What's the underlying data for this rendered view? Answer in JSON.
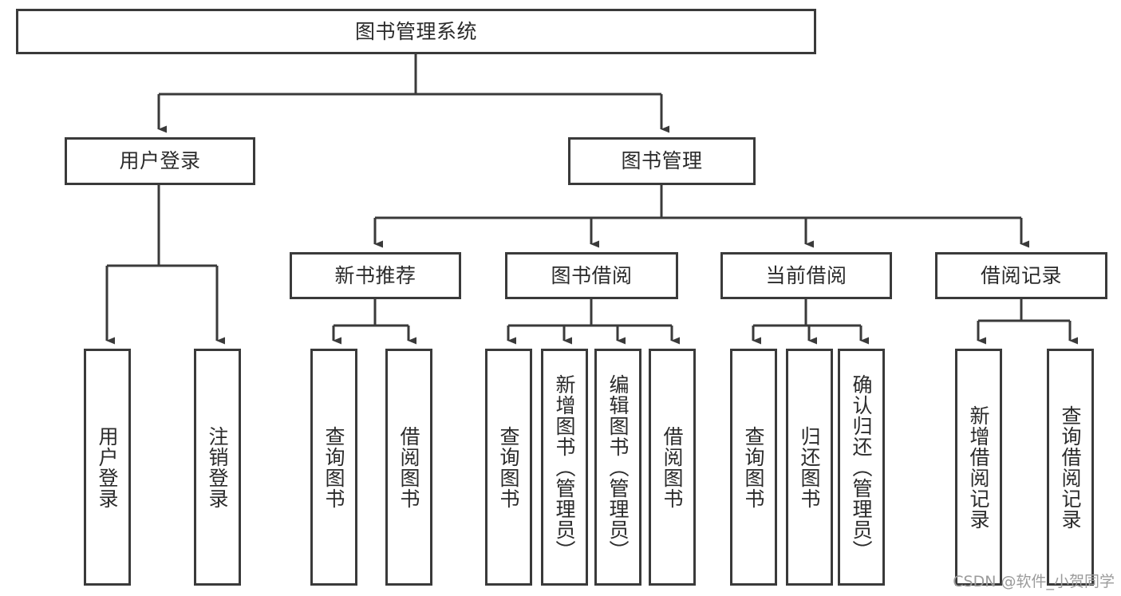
{
  "diagram": {
    "type": "hierarchy-tree",
    "title": "图书管理系统",
    "orientation": "top-down",
    "levels": 4,
    "colors": {
      "box_border": "#3a3a3a",
      "box_fill": "#ffffff",
      "connector": "#3a3a3a",
      "text": "#2b2b2b",
      "background": "#ffffff",
      "watermark": "#9b9b9b"
    }
  },
  "nodes": {
    "root": {
      "label": "图书管理系统",
      "level": 1,
      "orientation": "horizontal"
    },
    "level2": [
      {
        "id": "user-login",
        "label": "用户登录",
        "orientation": "horizontal"
      },
      {
        "id": "book-management",
        "label": "图书管理",
        "orientation": "horizontal"
      }
    ],
    "level3": [
      {
        "id": "new-book-recommend",
        "label": "新书推荐",
        "orientation": "horizontal",
        "parent": "book-management"
      },
      {
        "id": "book-borrow",
        "label": "图书借阅",
        "orientation": "horizontal",
        "parent": "book-management"
      },
      {
        "id": "current-borrow",
        "label": "当前借阅",
        "orientation": "horizontal",
        "parent": "book-management"
      },
      {
        "id": "borrow-record",
        "label": "借阅记录",
        "orientation": "horizontal",
        "parent": "book-management"
      }
    ],
    "leaves": [
      {
        "id": "leaf-user-login",
        "label": "用户登录",
        "parent": "user-login"
      },
      {
        "id": "leaf-logout-login",
        "label": "注销登录",
        "parent": "user-login"
      },
      {
        "id": "leaf-query-book-1",
        "label": "查询图书",
        "parent": "new-book-recommend"
      },
      {
        "id": "leaf-borrow-book-1",
        "label": "借阅图书",
        "parent": "new-book-recommend"
      },
      {
        "id": "leaf-query-book-2",
        "label": "查询图书",
        "parent": "book-borrow"
      },
      {
        "id": "leaf-add-book",
        "label": "新增图书（管理员）",
        "parent": "book-borrow"
      },
      {
        "id": "leaf-edit-book",
        "label": "编辑图书（管理员）",
        "parent": "book-borrow"
      },
      {
        "id": "leaf-borrow-book-2",
        "label": "借阅图书",
        "parent": "book-borrow"
      },
      {
        "id": "leaf-query-book-3",
        "label": "查询图书",
        "parent": "current-borrow"
      },
      {
        "id": "leaf-return-book",
        "label": "归还图书",
        "parent": "current-borrow"
      },
      {
        "id": "leaf-confirm-return",
        "label": "确认归还（管理员）",
        "parent": "current-borrow"
      },
      {
        "id": "leaf-add-record",
        "label": "新增借阅记录",
        "parent": "borrow-record"
      },
      {
        "id": "leaf-query-record",
        "label": "查询借阅记录",
        "parent": "borrow-record"
      }
    ]
  },
  "watermark": {
    "text": "CSDN @软件_小贺同学"
  }
}
